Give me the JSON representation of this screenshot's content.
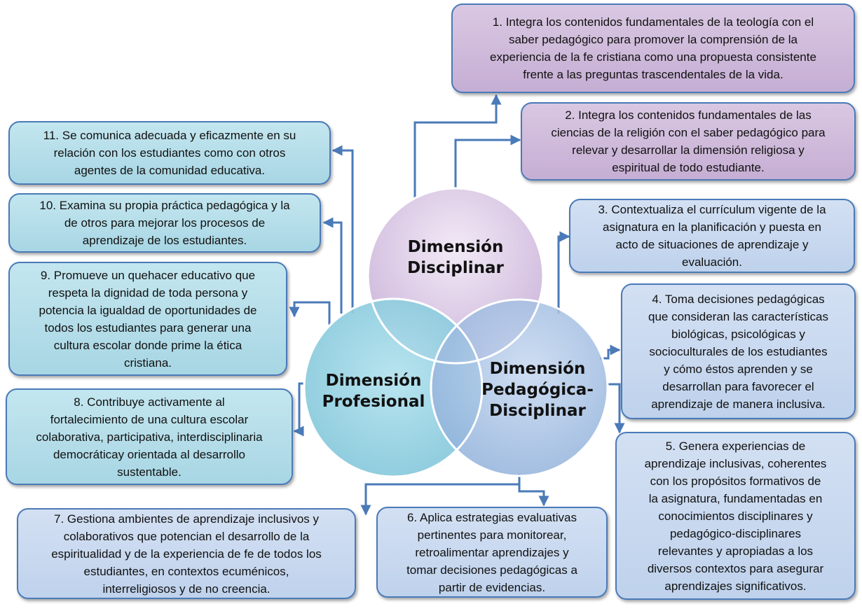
{
  "circles": {
    "disciplinar": {
      "line1": "Dimensión",
      "line2": "Disciplinar"
    },
    "profesional": {
      "line1": "Dimensión",
      "line2": "Profesional"
    },
    "pedagogica": {
      "line1": "Dimensión",
      "line2": "Pedagógica-",
      "line3": "Disciplinar"
    }
  },
  "competencies": [
    {
      "lines": [
        "1. Integra los contenidos fundamentales de la teología con el",
        "saber pedagógico para  promover la comprensión de la",
        "experiencia de la fe cristiana como una propuesta consistente",
        "frente a las preguntas trascendentales de la vida."
      ]
    },
    {
      "lines": [
        "2. Integra los contenidos fundamentales de las",
        "ciencias de la religión con el saber pedagógico para",
        "relevar y desarrollar la dimensión religiosa y",
        "espiritual de todo estudiante."
      ]
    },
    {
      "lines": [
        "3. Contextualiza el currículum vigente de la",
        "asignatura en la planificación y puesta en",
        "acto de situaciones de aprendizaje y",
        "evaluación."
      ]
    },
    {
      "lines": [
        "4. Toma decisiones pedagógicas",
        "que consideran las características",
        "biológicas, psicológicas y",
        "socioculturales de los estudiantes",
        "y cómo éstos aprenden y se",
        "desarrollan para favorecer el",
        "aprendizaje de manera inclusiva."
      ]
    },
    {
      "lines": [
        "5. Genera experiencias de",
        "aprendizaje inclusivas, coherentes",
        "con los propósitos formativos de",
        "la asignatura, fundamentadas en",
        "conocimientos disciplinares y",
        "pedagógico-disciplinares",
        "relevantes y apropiadas a los",
        "diversos contextos para asegurar",
        "aprendizajes significativos."
      ]
    },
    {
      "lines": [
        "6. Aplica estrategias evaluativas",
        "pertinentes para monitorear,",
        "retroalimentar aprendizajes y",
        "tomar decisiones pedagógicas a",
        "partir de evidencias."
      ]
    },
    {
      "lines": [
        "7. Gestiona ambientes de aprendizaje inclusivos y",
        "colaborativos que potencian el desarrollo de la",
        "espiritualidad y de la experiencia de fe de todos los",
        "estudiantes, en contextos ecuménicos,",
        "interreligiosos y de no creencia."
      ]
    },
    {
      "lines": [
        "8. Contribuye activamente  al",
        "fortalecimiento de una cultura escolar",
        "colaborativa, participativa, interdisciplinaria",
        "democráticay orientada al desarrollo",
        "sustentable."
      ]
    },
    {
      "lines": [
        "9. Promueve un quehacer educativo que",
        "respeta la dignidad de toda persona y",
        "potencia la igualdad de oportunidades de",
        "todos los estudiantes para generar una",
        "cultura escolar donde prime la ética",
        "cristiana."
      ]
    },
    {
      "lines": [
        "10. Examina su propia práctica pedagógica y la",
        "de otros para mejorar los procesos de",
        "aprendizaje de los estudiantes."
      ]
    },
    {
      "lines": [
        "11. Se comunica adecuada y eficazmente en su",
        "relación con los estudiantes como con otros",
        "agentes de la comunidad educativa."
      ]
    }
  ],
  "colors": {
    "arrow": "#4a7ab8",
    "disciplinar": "#d7c6e0",
    "profesional": "#8ecfe0",
    "pedagogica": "#a9c4e6"
  }
}
